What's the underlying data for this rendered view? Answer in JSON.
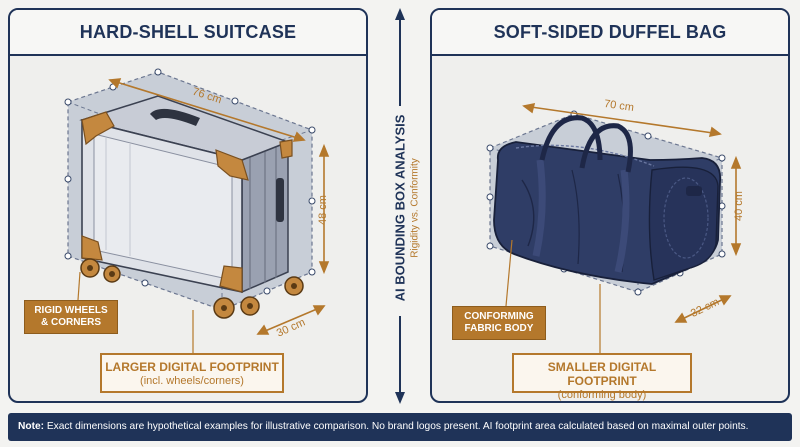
{
  "left_panel": {
    "title": "HARD-SHELL SUITCASE",
    "dims": {
      "width": "76 cm",
      "height": "48 cm",
      "depth": "30 cm"
    },
    "callout": {
      "line1": "RIGID WHEELS",
      "line2": "& CORNERS"
    },
    "footprint": {
      "title": "LARGER DIGITAL FOOTPRINT",
      "subtitle": "(incl. wheels/corners)"
    }
  },
  "right_panel": {
    "title": "SOFT-SIDED DUFFEL BAG",
    "dims": {
      "width": "70 cm",
      "height": "40 cm",
      "depth": "32 cm"
    },
    "callout": {
      "line1": "CONFORMING",
      "line2": "FABRIC BODY"
    },
    "footprint": {
      "title": "SMALLER DIGITAL FOOTPRINT",
      "subtitle": "(conforming body)"
    }
  },
  "center_axis": {
    "title": "AI BOUNDING BOX ANALYSIS",
    "subtitle": "Rigidity vs. Conformity"
  },
  "note": {
    "label": "Note:",
    "text": "Exact dimensions are hypothetical examples for illustrative comparison. No brand logos present. AI footprint area calculated based on maximal outer points."
  },
  "colors": {
    "navy": "#1f3358",
    "accent": "#b4782c",
    "panel_bg": "#efefed"
  }
}
